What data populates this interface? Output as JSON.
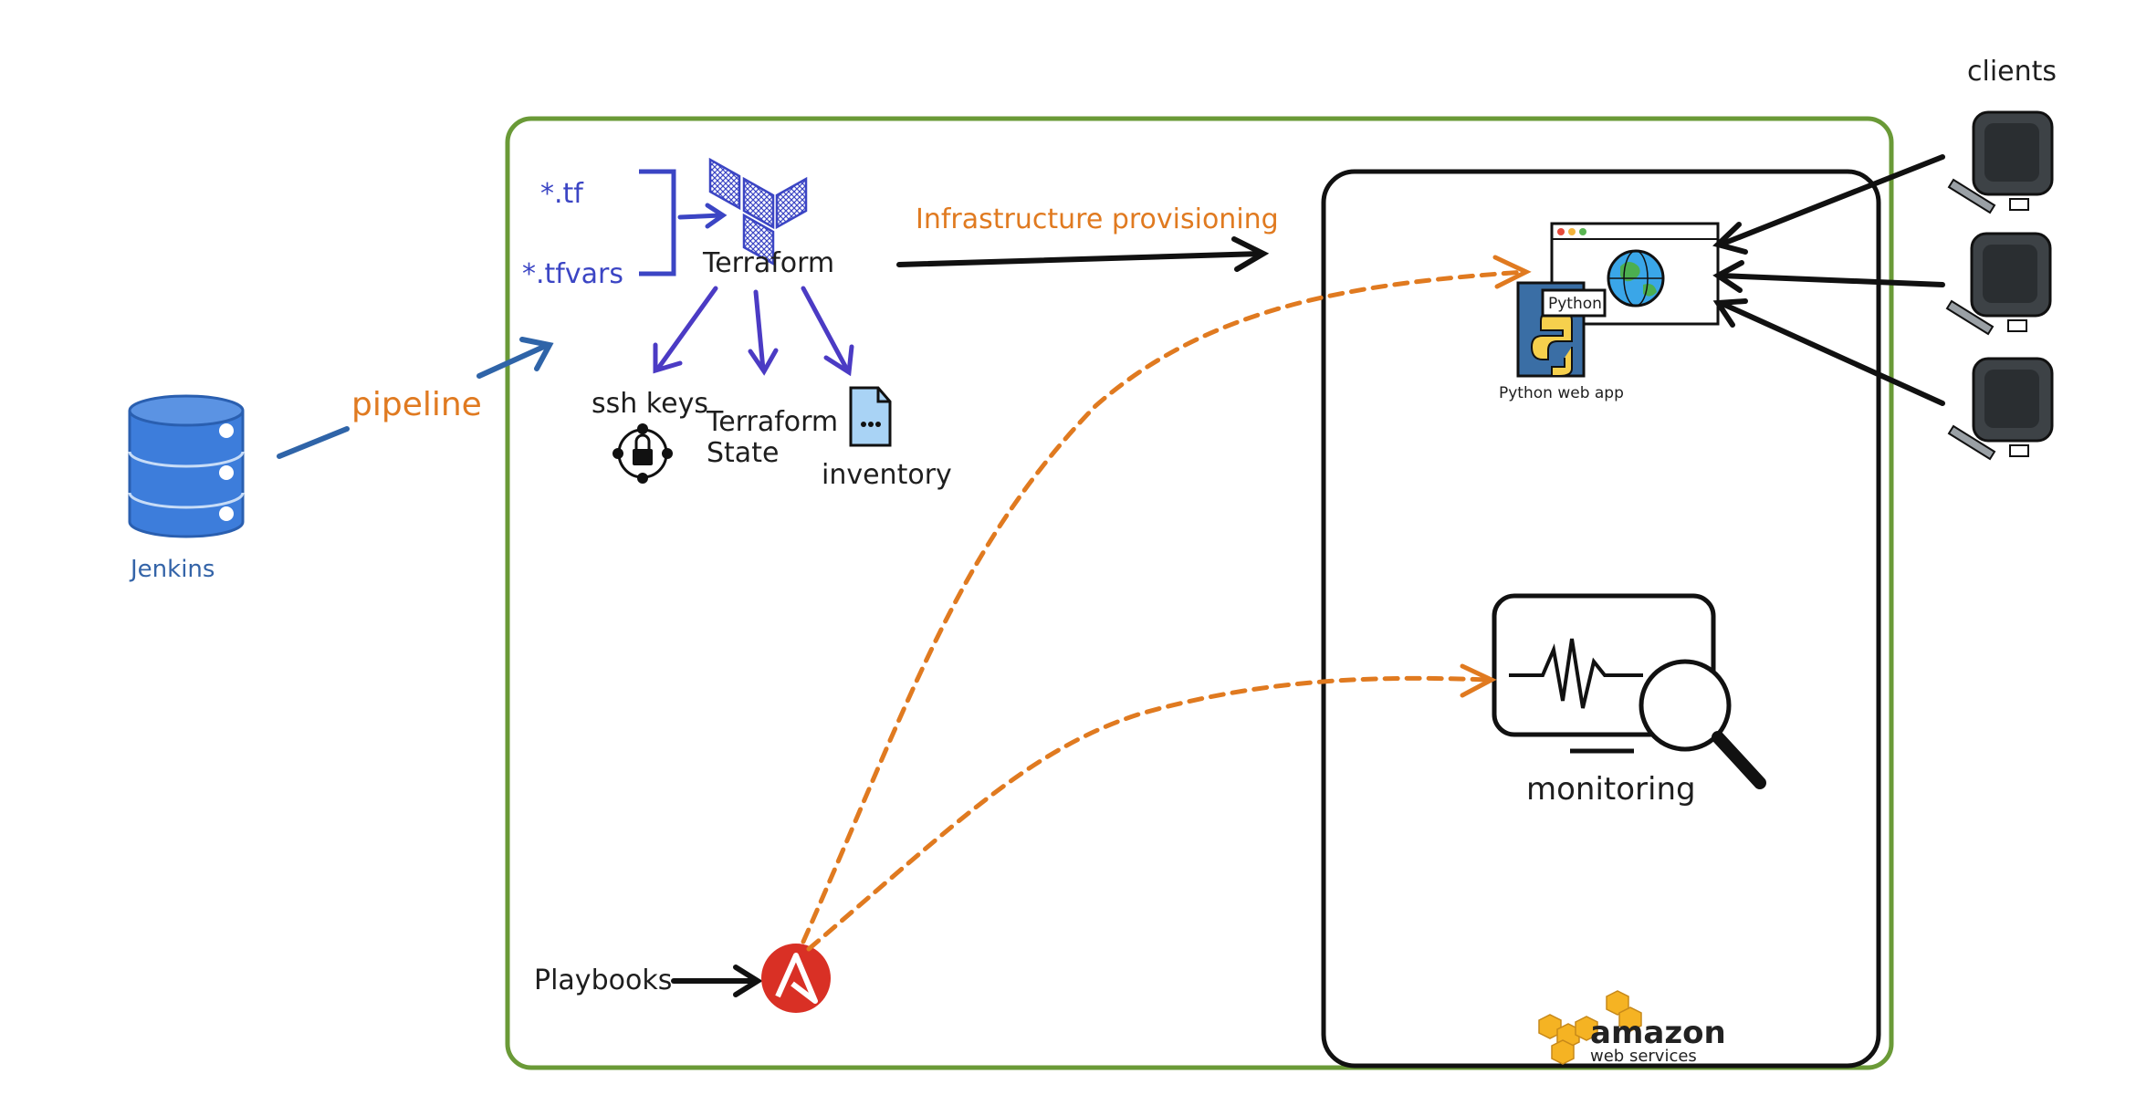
{
  "labels": {
    "tf": "*.tf",
    "tfvars": "*.tfvars",
    "terraform": "Terraform",
    "ssh_keys": "ssh keys",
    "terraform_state_line1": "Terraform",
    "terraform_state_line2": "State",
    "inventory": "inventory",
    "infrastructure_provisioning": "Infrastructure provisioning",
    "pipeline": "pipeline",
    "jenkins": "Jenkins",
    "python_badge": "Python",
    "python_web_app": "Python web app",
    "monitoring": "monitoring",
    "clients": "clients",
    "playbooks": "Playbooks",
    "aws_brand": "amazon",
    "aws_sub": "web services"
  },
  "colors": {
    "outer_border": "#6a9a37",
    "inner_border": "#111111",
    "terraform_blue": "#3b45c4",
    "jenkins_blue": "#3d7ddb",
    "pipeline_orange": "#e07a20",
    "ansible_red": "#d93025",
    "aws_orange": "#f5b323",
    "python_blue": "#3a6ea5",
    "python_yellow": "#f6d04d",
    "monitor_gray": "#3d4246"
  },
  "icons": [
    "jenkins-database-icon",
    "terraform-logo-icon",
    "ssh-keys-icon",
    "inventory-file-icon",
    "python-icon",
    "globe-browser-icon",
    "monitoring-screen-icon",
    "magnifier-icon",
    "client-computer-icon",
    "ansible-logo-icon",
    "aws-logo-icon"
  ]
}
